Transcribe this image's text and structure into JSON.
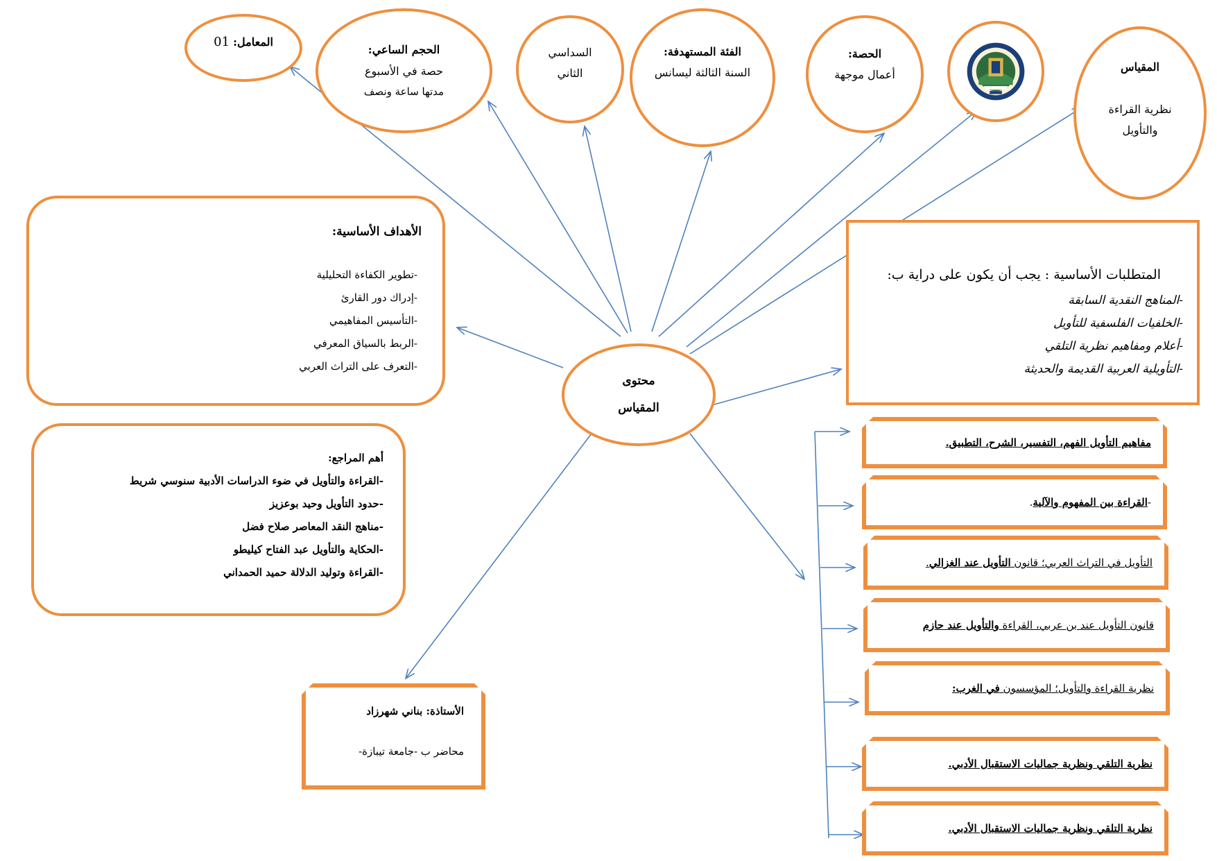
{
  "coefficient": {
    "label": "المعامل:",
    "value": "01"
  },
  "hours": {
    "title": "الحجم الساعي:",
    "line1": "حصة في الأسبوع",
    "line2": "مدتها ساعة ونصف"
  },
  "semester": {
    "line1": "السداسي",
    "line2": "الثاني"
  },
  "target": {
    "title": "الفئة المستهدفة:",
    "value": "السنة الثالثة ليسانس"
  },
  "session": {
    "title": "الحصة:",
    "value": "أعمال موجهة"
  },
  "logo": {
    "name": "university-seal-icon"
  },
  "course": {
    "title": "المقياس",
    "line1": "نظرية القراءة",
    "line2": "والتأويل"
  },
  "center": {
    "line1": "محتوى",
    "line2": "المقياس"
  },
  "objectives": {
    "title": "الأهداف الأساسية:",
    "items": [
      "-تطوير الكفاءة التحليلية",
      "-إدراك دور القارئ",
      "-التأسيس المفاهيمي",
      "-الربط بالسياق المعرفي",
      "-التعرف على التراث العربي"
    ]
  },
  "requirements": {
    "title": "المتطلبات الأساسية : يجب أن يكون على دراية ب:",
    "items": [
      "-المناهج النقدية السابقة",
      "-الخلفيات الفلسفية للتأويل",
      "-أعلام ومفاهيم نظرية التلقي",
      "-التأويلية العربية القديمة والحديثة"
    ]
  },
  "references": {
    "title": "أهم المراجع:",
    "items": [
      "-القراءة والتأويل في ضوء الدراسات الأدبية سنوسي شريط",
      "-حدود التأويل وحيد بوعزيز",
      "-مناهج النقد المعاصر صلاح فضل",
      "-الحكاية والتأويل عبد الفتاح كيليطو",
      "-القراءة وتوليد الدلالة حميد الحمداني"
    ]
  },
  "teacher": {
    "title": "الأستاذة: بناني شهرزاد",
    "role": "محاضر ب -جامعة تيبازة-"
  },
  "topics": [
    {
      "a": "مفاهيم التأويل الفهم، التفسير، الشرح، التطبيق",
      "b": "."
    },
    {
      "a": "-",
      "b": "القراءة بين المفهوم والآلية",
      "c": "."
    },
    {
      "a": "التأويل في التراث العربي؛ قانون ",
      "b": "التأويل عند الغزالي",
      "c": "."
    },
    {
      "a": "قانون التأويل عند بن عربي، القراءة ",
      "b": "والتأويل عند حازم"
    },
    {
      "a": "نظرية القراءة والتأويل؛ المؤسسون ",
      "b": "في الغرب:"
    },
    {
      "a": "نظرية التلقي ونظرية جماليات الاستقبال الأدبي",
      "b": "."
    },
    {
      "a": "نظرية التلقي ونظرية جماليات الاستقبال الأدبي",
      "b": "."
    }
  ],
  "colors": {
    "orange": "#ee8f3f",
    "blue": "#4f81bd"
  }
}
